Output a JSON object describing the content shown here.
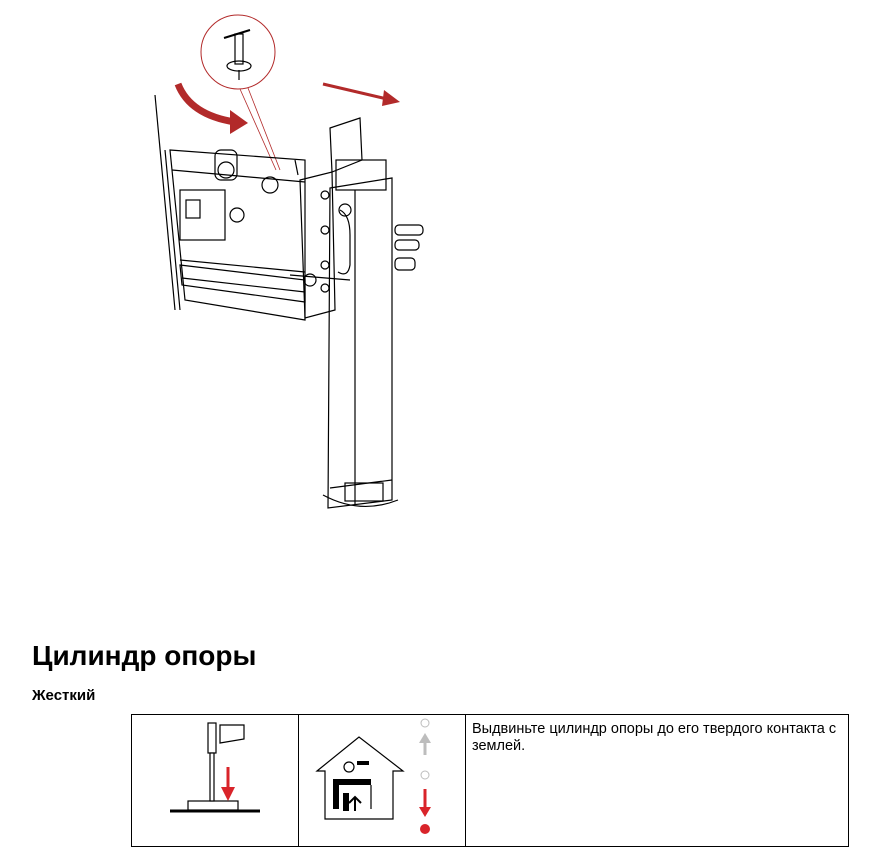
{
  "section": {
    "title": "Цилиндр опоры",
    "subtitle": "Жесткий"
  },
  "steps_table": {
    "rows": [
      {
        "instruction": "Выдвиньте цилиндр опоры до его твердого контакта с землей."
      }
    ]
  },
  "colors": {
    "arrow_red": "#b22a2a",
    "indicator_red": "#d9242a",
    "indicator_grey": "#bdbdbd"
  }
}
